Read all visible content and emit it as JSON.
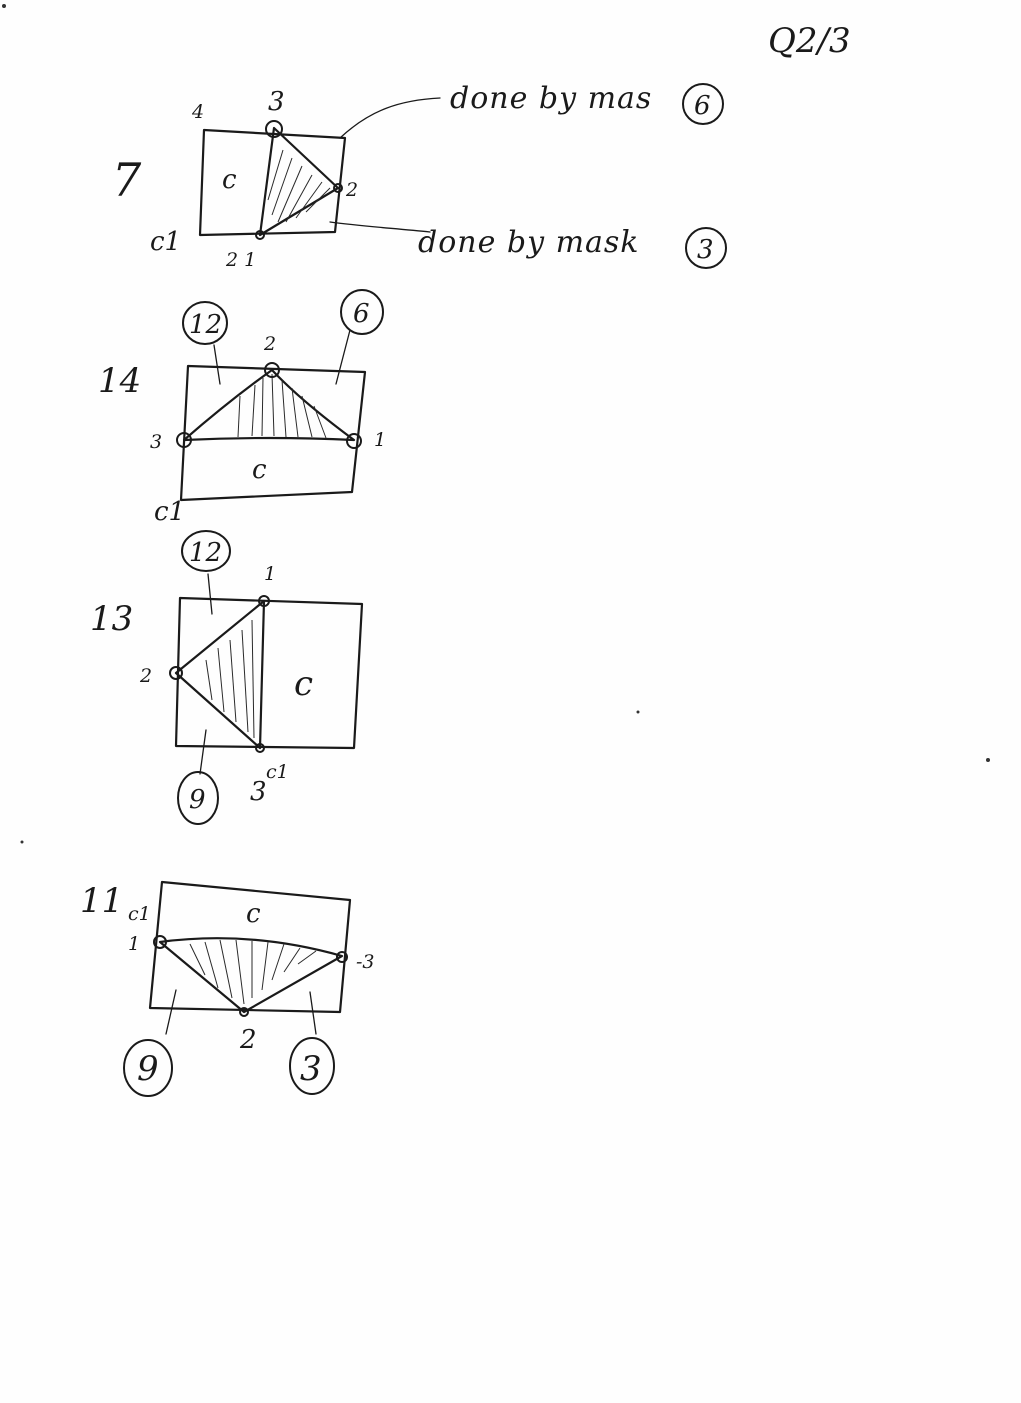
{
  "page_label": "Q2/3",
  "figures": [
    {
      "number": "7",
      "cell_label": "c",
      "corner_label": "c1",
      "vertex_labels": [
        "4",
        "3",
        "2",
        "2 1"
      ],
      "annotations": [
        {
          "text": "done by mas",
          "circled": "6"
        },
        {
          "text": "done by mask",
          "circled": "3"
        }
      ]
    },
    {
      "number": "14",
      "cell_label": "c",
      "corner_label": "c1",
      "vertex_labels": [
        "2",
        "3",
        "1"
      ],
      "circled": [
        "12",
        "6"
      ]
    },
    {
      "number": "13",
      "cell_label": "c",
      "corner_label": "c1",
      "vertex_labels": [
        "1",
        "2",
        "3"
      ],
      "circled": [
        "12",
        "9"
      ]
    },
    {
      "number": "11",
      "cell_label": "c",
      "corner_label": "c1",
      "vertex_labels": [
        "1",
        "-3",
        "2"
      ],
      "circled": [
        "9",
        "3"
      ]
    }
  ]
}
